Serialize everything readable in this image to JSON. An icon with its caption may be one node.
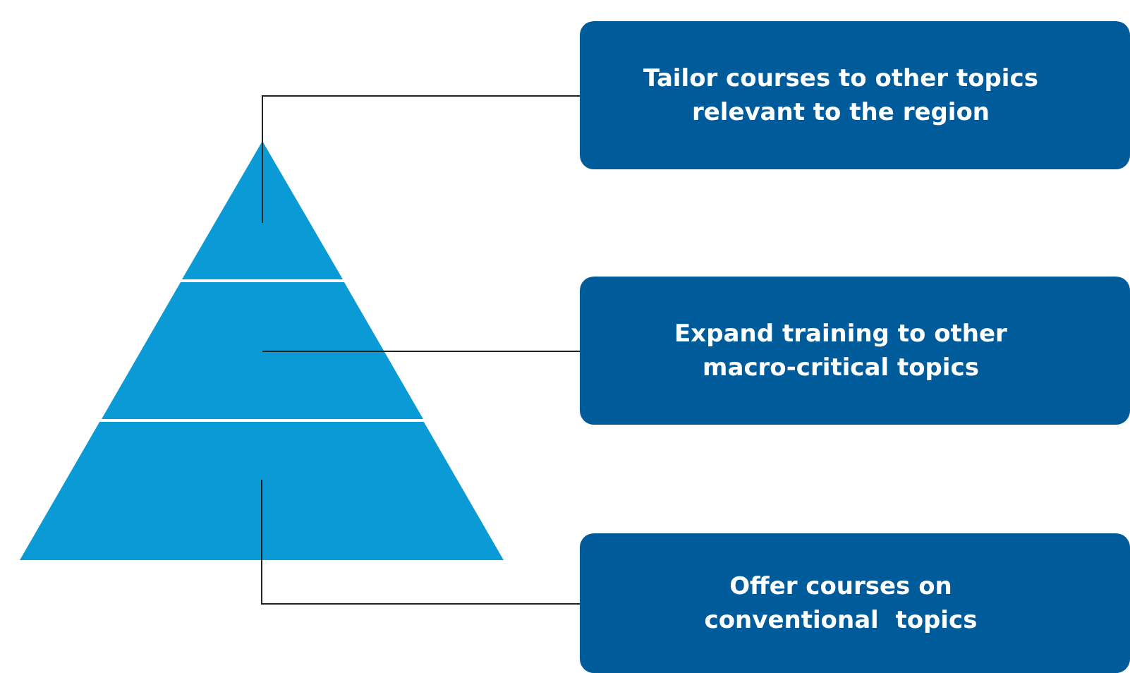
{
  "diagram": {
    "nodes": [
      {
        "text": [],
        "shape": "triangle"
      },
      {
        "text": [],
        "shape": "band"
      },
      {
        "text": [],
        "shape": "band"
      },
      {
        "text": [
          "Tailor courses to other topics relevant to the region"
        ]
      },
      {
        "text": [
          "Expand training to other macro-critical topics"
        ]
      },
      {
        "text": [
          "Offer courses on conventional  topics"
        ]
      }
    ],
    "edges": [
      {
        "from": 0,
        "to": 3,
        "arrow": "none"
      },
      {
        "from": 1,
        "to": 4,
        "arrow": "none"
      },
      {
        "from": 2,
        "to": 5,
        "arrow": "none"
      }
    ]
  }
}
